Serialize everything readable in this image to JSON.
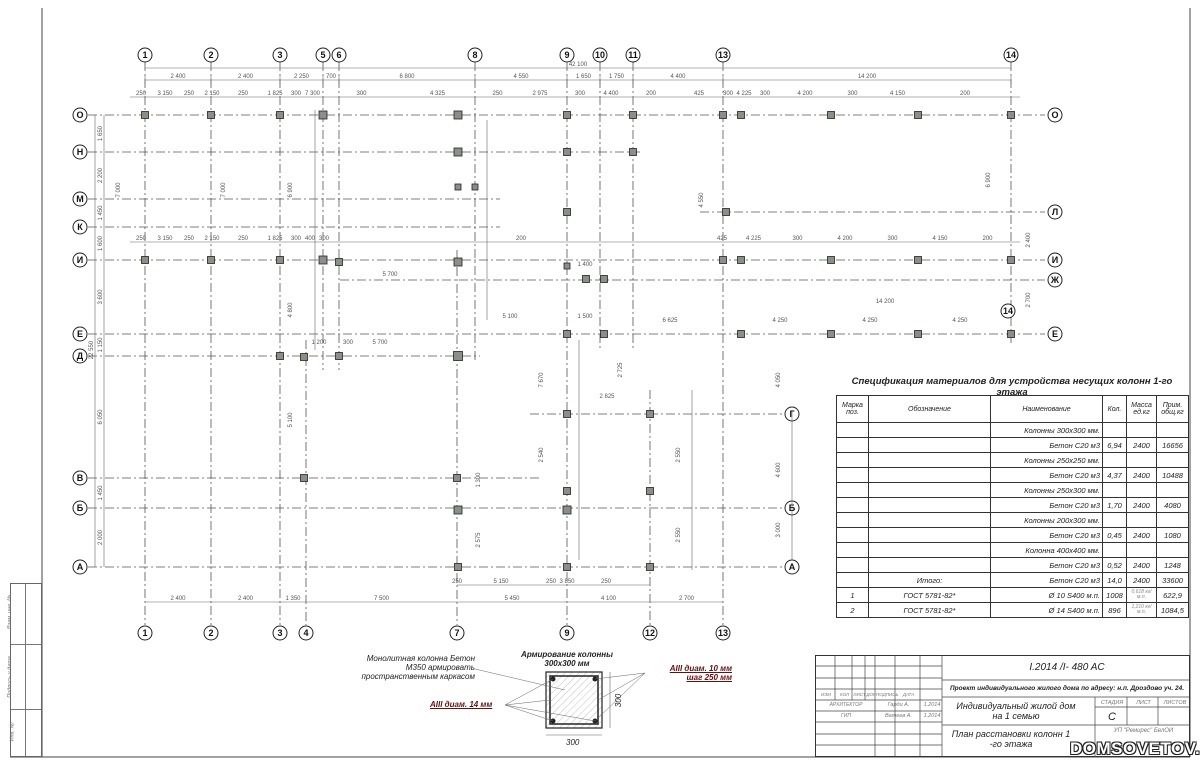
{
  "axes": {
    "top": [
      "1",
      "2",
      "3",
      "5",
      "6",
      "8",
      "9",
      "10",
      "11",
      "13",
      "14"
    ],
    "bottom": [
      "1",
      "2",
      "3",
      "4",
      "7",
      "9",
      "12",
      "13"
    ],
    "left": [
      "О",
      "Н",
      "М",
      "К",
      "И",
      "Е",
      "Д",
      "В",
      "Б",
      "А"
    ],
    "right": [
      "О",
      "Л",
      "И",
      "Ж",
      "Е",
      "Г",
      "Б",
      "А"
    ],
    "inner": [
      "14"
    ]
  },
  "dimensions": {
    "overall_top": "42 100",
    "top_axes": [
      "2 400",
      "2 400",
      "2 250",
      "700",
      "6 800",
      "4 550",
      "1 650",
      "1 750",
      "4 400",
      "14 200"
    ],
    "top_columns": [
      "250",
      "3 150",
      "250",
      "2 150",
      "250",
      "1 825",
      "300",
      "7 300",
      "300",
      "4 325",
      "250",
      "2 975",
      "300",
      "4 400",
      "200",
      "425",
      "300",
      "4 225",
      "300",
      "4 200",
      "300",
      "4 150",
      "200"
    ],
    "row_I": [
      "250",
      "3 150",
      "250",
      "2 150",
      "250",
      "1 825",
      "300",
      "400",
      "300",
      "200",
      "425",
      "4 225",
      "300",
      "4 200",
      "300",
      "4 150",
      "200"
    ],
    "left": [
      "1 650",
      "2 200",
      "1 450",
      "1 600",
      "3 600",
      "1 150",
      "6 050",
      "1 450",
      "2 000"
    ],
    "left_total": "22 550",
    "bottom": [
      "2 400",
      "2 400",
      "1 350",
      "7 500",
      "5 450",
      "4 100",
      "2 700"
    ],
    "bottom_columns": [
      "250",
      "5 150",
      "250",
      "3 850",
      "250"
    ],
    "misc": [
      "5 700",
      "5 700",
      "5 100",
      "1 500",
      "1 400",
      "6 625",
      "14 200",
      "4 250",
      "4 250",
      "4 250",
      "2 825",
      "1 200",
      "300",
      "4 050",
      "4 600",
      "3 000",
      "2 400",
      "2 700",
      "4 550",
      "6 900",
      "7 000",
      "7 000",
      "6 900",
      "5 100",
      "4 800",
      "7 670",
      "2 540",
      "2 550",
      "2 550",
      "2 575",
      "1 300",
      "2 725"
    ]
  },
  "spec": {
    "title": "Спецификация материалов для устройства несущих колонн 1-го этажа",
    "headers": [
      "Марка поз.",
      "Обозначение",
      "Наименование",
      "Кол.",
      "Масса ед.кг",
      "Прим. общ.кг"
    ],
    "rows": [
      [
        "",
        "",
        "Колонны 300x300 мм.",
        "",
        "",
        ""
      ],
      [
        "",
        "",
        "Бетон С20 м3",
        "6,94",
        "2400",
        "16656"
      ],
      [
        "",
        "",
        "Колонны 250x250 мм.",
        "",
        "",
        ""
      ],
      [
        "",
        "",
        "Бетон С20 м3",
        "4,37",
        "2400",
        "10488"
      ],
      [
        "",
        "",
        "Колонны 250x300 мм.",
        "",
        "",
        ""
      ],
      [
        "",
        "",
        "Бетон С20 м3",
        "1,70",
        "2400",
        "4080"
      ],
      [
        "",
        "",
        "Колонны 200x300 мм.",
        "",
        "",
        ""
      ],
      [
        "",
        "",
        "Бетон С20 м3",
        "0,45",
        "2400",
        "1080"
      ],
      [
        "",
        "",
        "Колонна 400x400 мм.",
        "",
        "",
        ""
      ],
      [
        "",
        "",
        "Бетон С20 м3",
        "0,52",
        "2400",
        "1248"
      ],
      [
        "",
        "Итого:",
        "Бетон С20 м3",
        "14,0",
        "2400",
        "33600"
      ],
      [
        "1",
        "ГОСТ 5781-82*",
        "Ø 10 S400   м.п.",
        "1008",
        "0,618 кг/м.п.",
        "622,9"
      ],
      [
        "2",
        "ГОСТ 5781-82*",
        "Ø 14 S400   м.п.",
        "896",
        "1,210 кг/м.п.",
        "1084,5"
      ]
    ]
  },
  "detail": {
    "title": "Армирование колонны 300x300 мм",
    "note": "Монолитная колонна Бетон М350 армировать пространственным каркасом",
    "rebar_main": "AIII диам. 14 мм",
    "rebar_stirrup_1": "AIII диам. 10 мм",
    "rebar_stirrup_2": "шаг 250 мм",
    "dim_w": "300",
    "dim_h": "300"
  },
  "title_block": {
    "code": "I.2014 /I- 480 AC",
    "project": "Проект индивидуального жилого дома по адресу: н.п. Дроздово уч. 24.",
    "headers": [
      "ИЗМ",
      "КОЛ",
      "ЛИСТ",
      "ДОК",
      "ПОДПИСЬ",
      "ДАТА"
    ],
    "people": [
      {
        "role": "АРХИТЕКТОР",
        "name": "Гарди А.",
        "date": "1.2014"
      },
      {
        "role": "ГИП",
        "name": "Ватеев А.",
        "date": "1.2014"
      }
    ],
    "building": "Индивидуальный жилой дом на 1 семью",
    "stage_labels": [
      "СТАДИЯ",
      "ЛИСТ",
      "ЛИСТОВ"
    ],
    "stage": "С",
    "sheet_name": "План расстановки колонн 1 -го этажа",
    "org": "УП \"Ремирес\" БелОИ"
  },
  "stamp": [
    "Взам. инв. №",
    "Подпись и дата",
    "Инв. №"
  ],
  "watermark": "DOMSOVETOV.BY"
}
